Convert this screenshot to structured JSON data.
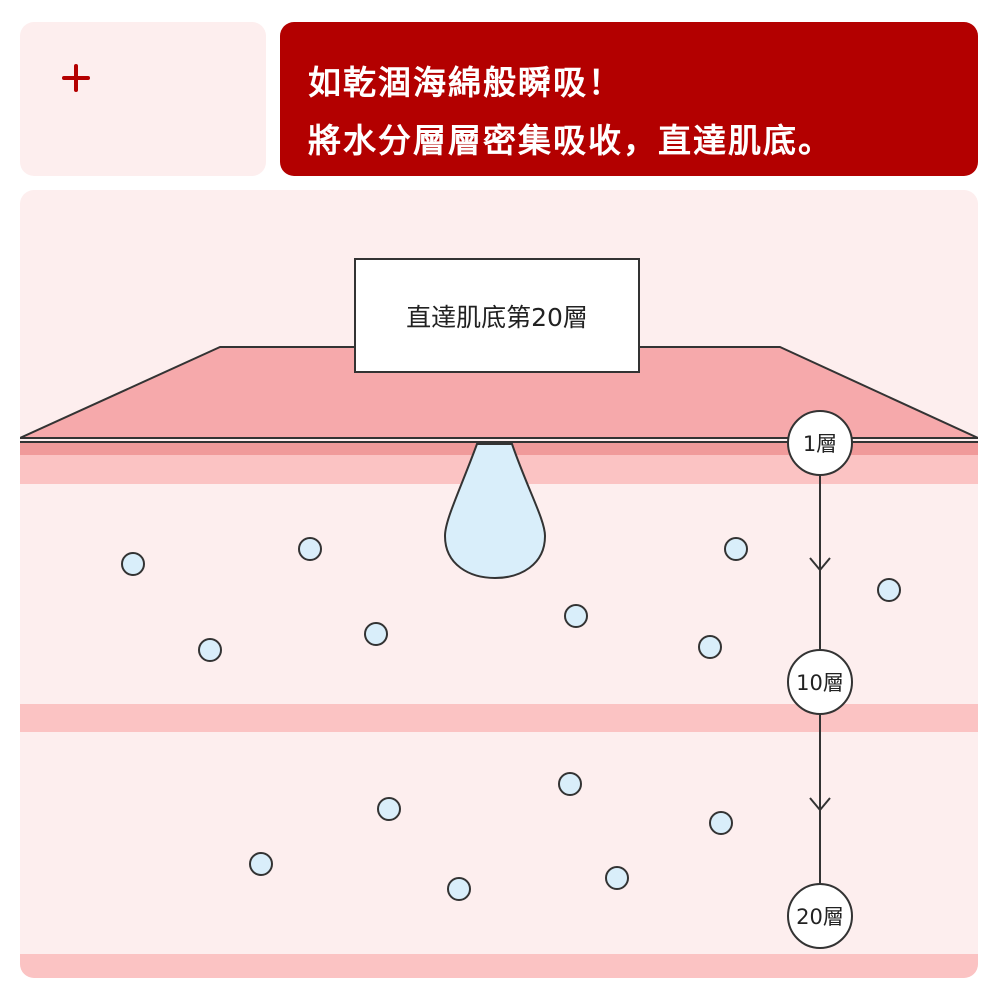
{
  "headline": {
    "line1": "如乾涸海綿般瞬吸！",
    "line2": "將水分層層密集吸收，直達肌底。"
  },
  "icons": {
    "top_left": "plus-icon"
  },
  "diagram": {
    "depth_label": "直達肌底第20層",
    "layers": [
      "1層",
      "10層",
      "20層"
    ]
  },
  "colors": {
    "brand_red": "#b30000",
    "background_pink": "#fdeeee",
    "skin_surface": "#f6a9ab",
    "layer_stripe": "#fbc3c3",
    "droplet": "#d9eefa"
  }
}
